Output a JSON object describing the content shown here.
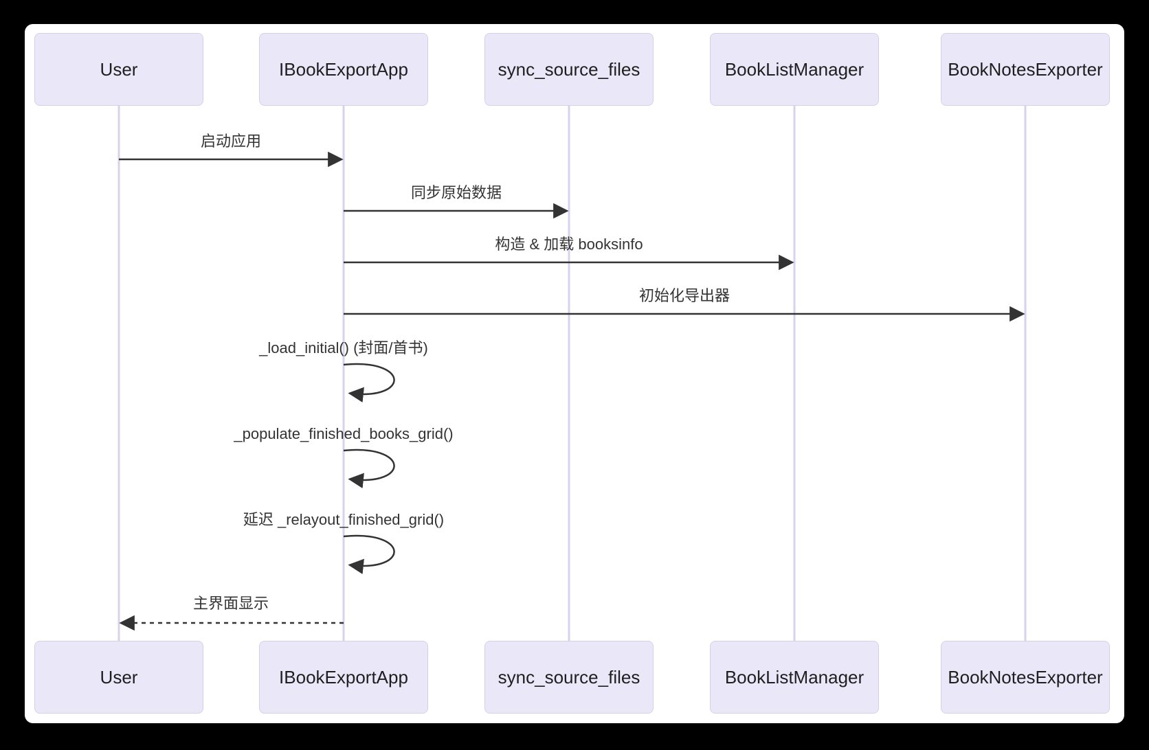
{
  "diagram": {
    "type": "sequence-diagram",
    "participants": [
      {
        "name": "User"
      },
      {
        "name": "IBookExportApp"
      },
      {
        "name": "sync_source_files"
      },
      {
        "name": "BookListManager"
      },
      {
        "name": "BookNotesExporter"
      }
    ],
    "messages": [
      {
        "from": "User",
        "to": "IBookExportApp",
        "label": "启动应用",
        "style": "solid"
      },
      {
        "from": "IBookExportApp",
        "to": "sync_source_files",
        "label": "同步原始数据",
        "style": "solid"
      },
      {
        "from": "IBookExportApp",
        "to": "BookListManager",
        "label": "构造 & 加载 booksinfo",
        "style": "solid"
      },
      {
        "from": "IBookExportApp",
        "to": "BookNotesExporter",
        "label": "初始化导出器",
        "style": "solid"
      },
      {
        "from": "IBookExportApp",
        "to": "IBookExportApp",
        "label": "_load_initial() (封面/首书)",
        "style": "self"
      },
      {
        "from": "IBookExportApp",
        "to": "IBookExportApp",
        "label": "_populate_finished_books_grid()",
        "style": "self"
      },
      {
        "from": "IBookExportApp",
        "to": "IBookExportApp",
        "label": "延迟 _relayout_finished_grid()",
        "style": "self"
      },
      {
        "from": "IBookExportApp",
        "to": "User",
        "label": "主界面显示",
        "style": "dashed"
      }
    ],
    "colors": {
      "page_bg": "#000000",
      "canvas_bg": "#ffffff",
      "actor_fill": "#eae8f8",
      "actor_border": "#d5d0e8",
      "lifeline": "#d8d2ec",
      "arrow": "#333333",
      "text": "#333333"
    }
  }
}
